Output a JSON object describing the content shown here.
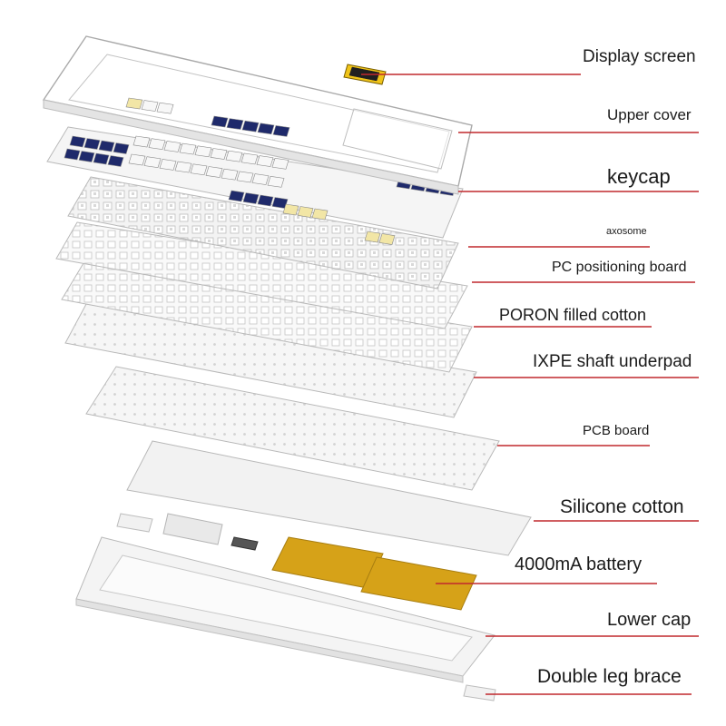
{
  "colors": {
    "leader": "#c0282d",
    "navy": "#1f2a6b",
    "cream": "#f2e6a6",
    "white_part": "#f7f7f7",
    "outline": "#b9b9b9",
    "battery": "#d6a218",
    "screen": "#f0c419"
  },
  "components": [
    {
      "id": "display",
      "label": "Display screen"
    },
    {
      "id": "upper",
      "label": "Upper cover"
    },
    {
      "id": "keycap",
      "label": "keycap"
    },
    {
      "id": "axis",
      "label": "axosome"
    },
    {
      "id": "pc",
      "label": "PC positioning board"
    },
    {
      "id": "poron",
      "label": "PORON filled cotton"
    },
    {
      "id": "ixpe",
      "label": "IXPE shaft underpad"
    },
    {
      "id": "pcb",
      "label": "PCB board"
    },
    {
      "id": "silicone",
      "label": "Silicone cotton"
    },
    {
      "id": "battery",
      "label": "4000mA battery"
    },
    {
      "id": "lower",
      "label": "Lower cap"
    },
    {
      "id": "brace",
      "label": "Double leg brace"
    }
  ]
}
